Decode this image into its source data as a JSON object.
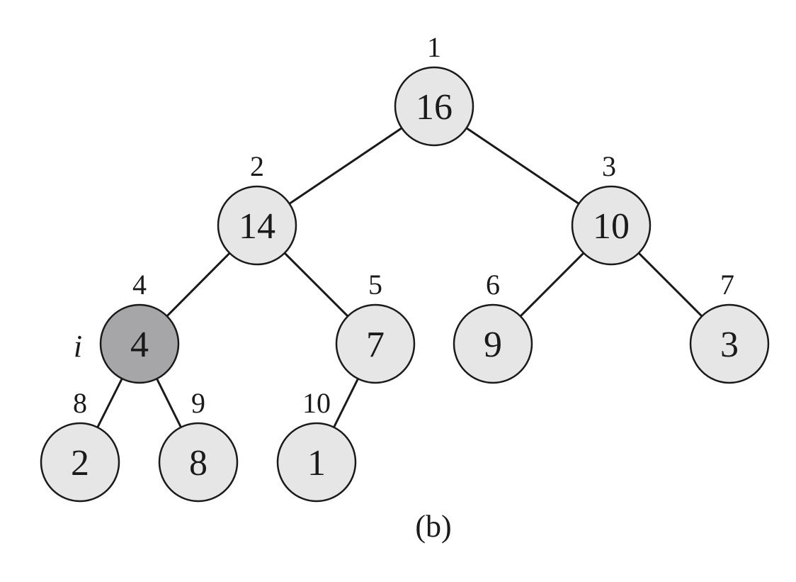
{
  "figure": {
    "caption": "(b)",
    "pointer_label": "i",
    "colors": {
      "node_fill": "#e6e6e6",
      "highlight_fill": "#a6a6a8",
      "stroke": "#1a1a1a"
    },
    "nodes": [
      {
        "index": "1",
        "value": "16",
        "highlight": false
      },
      {
        "index": "2",
        "value": "14",
        "highlight": false
      },
      {
        "index": "3",
        "value": "10",
        "highlight": false
      },
      {
        "index": "4",
        "value": "4",
        "highlight": true
      },
      {
        "index": "5",
        "value": "7",
        "highlight": false
      },
      {
        "index": "6",
        "value": "9",
        "highlight": false
      },
      {
        "index": "7",
        "value": "3",
        "highlight": false
      },
      {
        "index": "8",
        "value": "2",
        "highlight": false
      },
      {
        "index": "9",
        "value": "8",
        "highlight": false
      },
      {
        "index": "10",
        "value": "1",
        "highlight": false
      }
    ]
  }
}
